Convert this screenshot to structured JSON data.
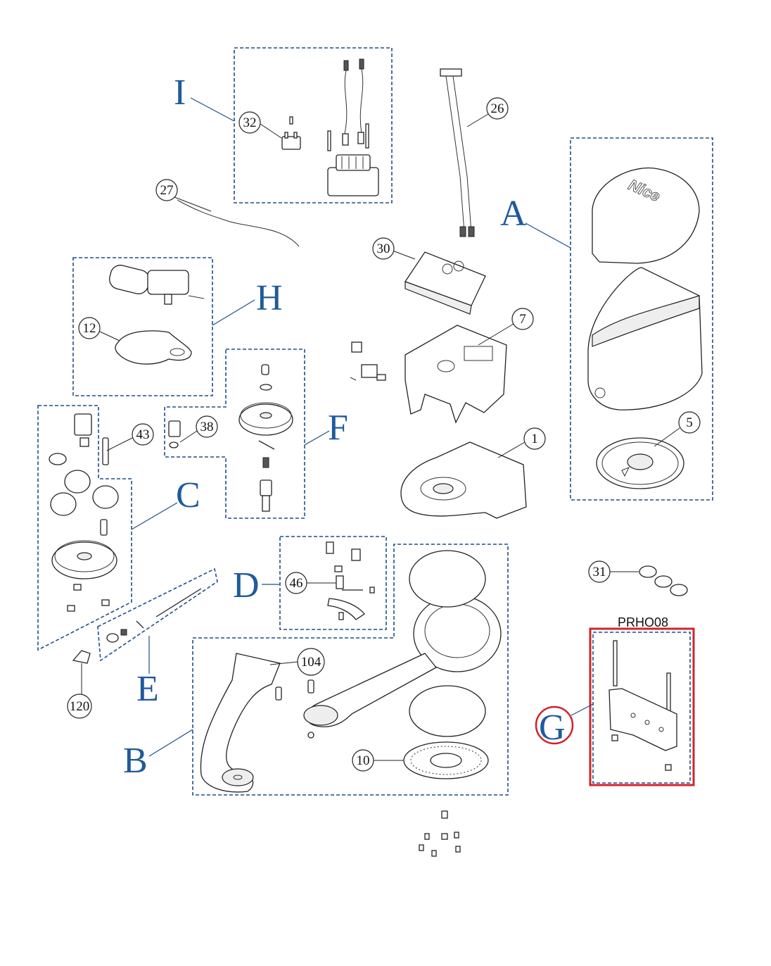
{
  "groups": {
    "A": "A",
    "B": "B",
    "C": "C",
    "D": "D",
    "E": "E",
    "F": "F",
    "G": "G",
    "H": "H",
    "I": "I"
  },
  "callouts": {
    "p1": "1",
    "p5": "5",
    "p7": "7",
    "p10": "10",
    "p12": "12",
    "p26": "26",
    "p27": "27",
    "p30": "30",
    "p31": "31",
    "p32": "32",
    "p38": "38",
    "p43": "43",
    "p46": "46",
    "p104": "104",
    "p120": "120"
  },
  "cover_logo": "Nice",
  "kit_label": "PRHO08",
  "colors": {
    "group_letters": "#1f5a9c",
    "dashed_boxes": "#1f4f87",
    "highlight": "#d0242b"
  }
}
